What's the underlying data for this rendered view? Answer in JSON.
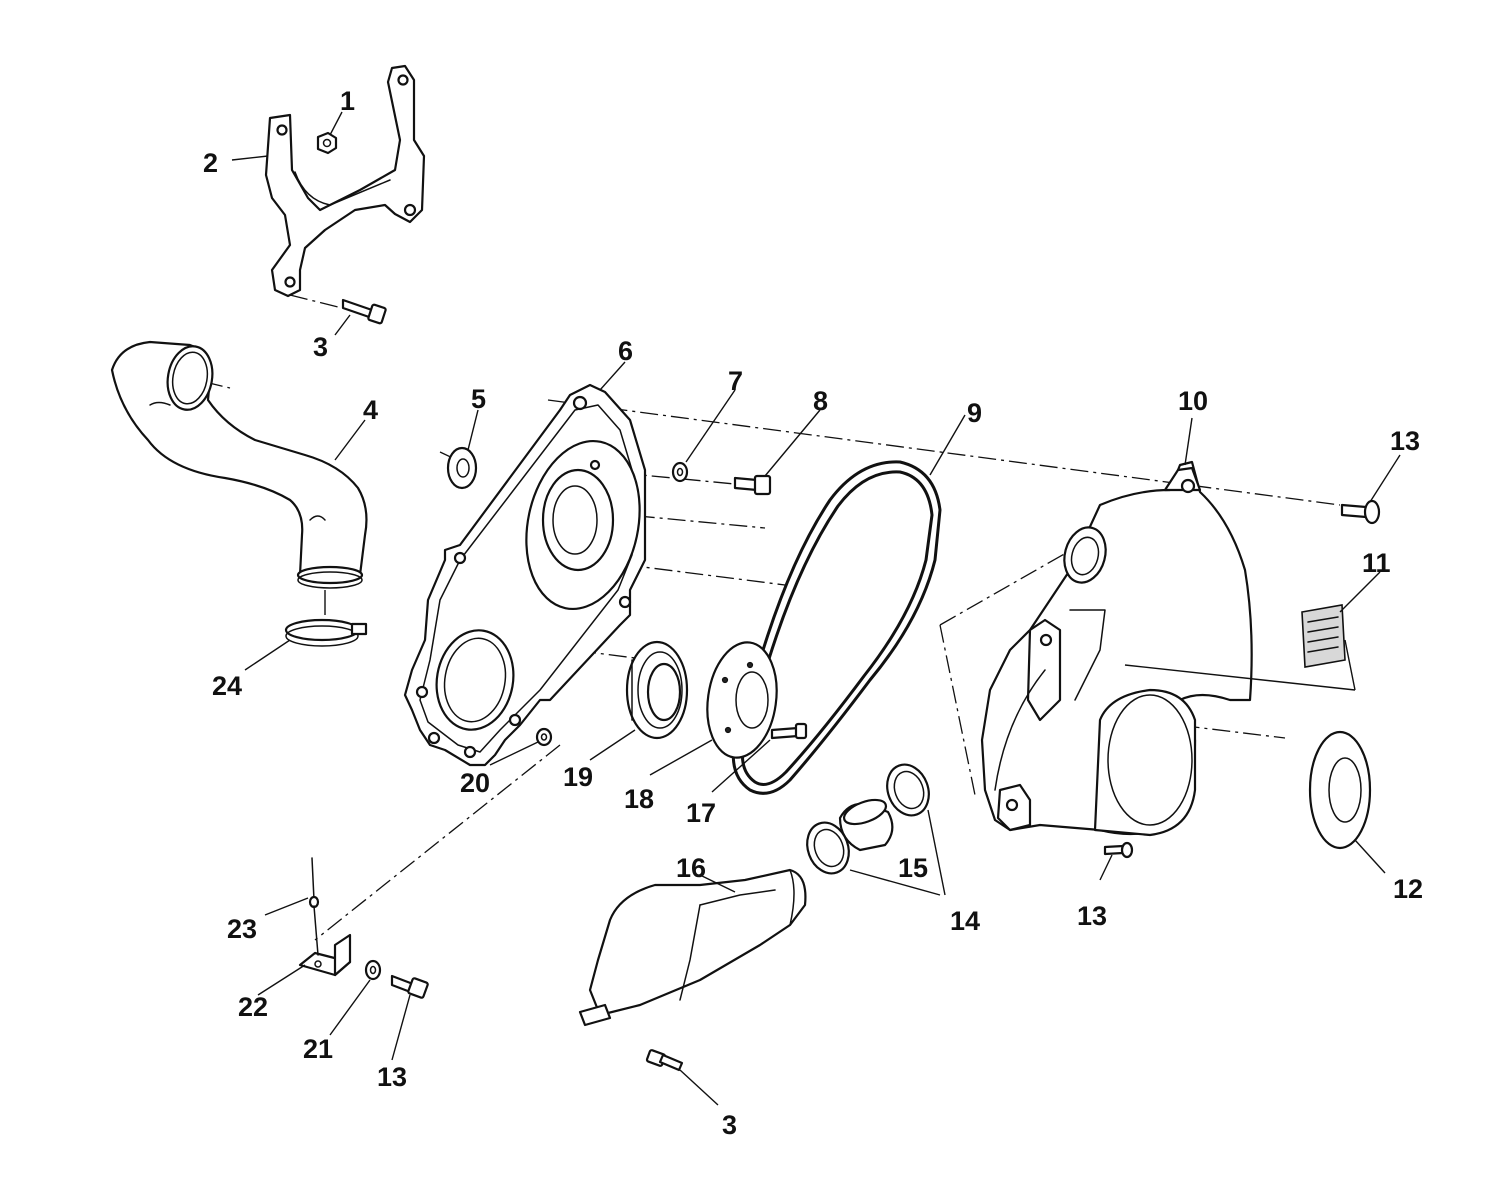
{
  "callouts": [
    "1",
    "2",
    "3",
    "4",
    "5",
    "6",
    "7",
    "8",
    "9",
    "10",
    "13",
    "11",
    "24",
    "20",
    "19",
    "18",
    "17",
    "15",
    "14",
    "12",
    "16",
    "13",
    "23",
    "22",
    "21",
    "13",
    "3"
  ],
  "colors": {
    "line": "#111111",
    "background": "#ffffff"
  }
}
